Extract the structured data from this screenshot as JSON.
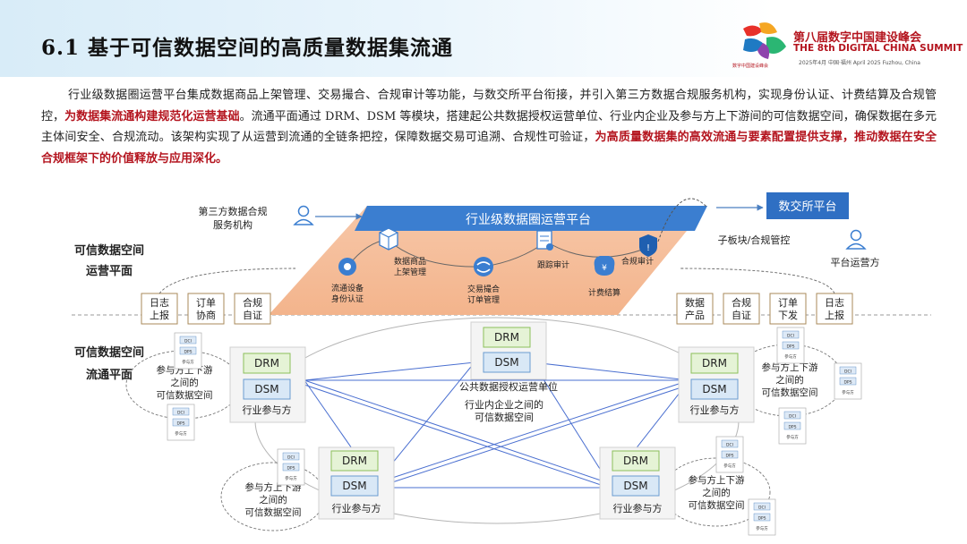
{
  "header": {
    "title": "6.1 基于可信数据空间的高质量数据集流通",
    "summit_cn": "第八届数字中国建设峰会",
    "summit_en": "THE 8th DIGITAL CHINA SUMMIT",
    "summit_date": "2025年4月  中国·福州  April 2025  Fuzhou, China",
    "summit_sub": "数字中国建设峰会"
  },
  "paragraph": {
    "p1": "行业级数据圈运营平台集成数据商品上架管理、交易撮合、合规审计等功能，与数交所平台衔接，并引入第三方数据合规服务机构，实现身份认证、计费结算及合规管控，",
    "h1": "为数据集流通构建规范化运营基础",
    "p2": "。流通平面通过 DRM、DSM 等模块，搭建起公共数据授权运营单位、行业内企业及参与方上下游间的可信数据空间，确保数据在多元主体间安全、合规流动。该架构实现了从运营到流通的全链条把控，保障数据交易可追溯、合规性可验证，",
    "h2": "为高质量数据集的高效流通与要素配置提供支撑，推动数据在安全合规框架下的价值释放与应用深化。"
  },
  "diagram": {
    "third_party": [
      "第三方数据合规",
      "服务机构"
    ],
    "platform_title": "行业级数据圈运营平台",
    "exchange": "数交所平台",
    "sub_block": "子板块/合规管控",
    "platform_operator": "平台运营方",
    "ops_plane": [
      "可信数据空间",
      "运营平面"
    ],
    "circ_plane": [
      "可信数据空间",
      "流通平面"
    ],
    "modules": {
      "identity": [
        "流通设备",
        "身份认证"
      ],
      "listing": [
        "数据商品",
        "上架管理"
      ],
      "matching": [
        "交易撮合",
        "订单管理"
      ],
      "trace": "跟踪审计",
      "billing": "计费结算",
      "compliance": "合规审计"
    },
    "left_tags": [
      [
        "日志",
        "上报"
      ],
      [
        "订单",
        "协商"
      ],
      [
        "合规",
        "自证"
      ]
    ],
    "right_tags": [
      [
        "数据",
        "产品"
      ],
      [
        "合规",
        "自证"
      ],
      [
        "订单",
        "下发"
      ],
      [
        "日志",
        "上报"
      ]
    ],
    "drm": "DRM",
    "dsm": "DSM",
    "participant": "行业参与方",
    "public_unit": "公共数据授权运营单位",
    "inter_enterprise": [
      "行业内企业之间的",
      "可信数据空间"
    ],
    "updown": [
      "参与方上下游",
      "之间的",
      "可信数据空间"
    ],
    "mini": {
      "dci": "DCI",
      "dps": "DPS",
      "party": "参与方"
    }
  }
}
